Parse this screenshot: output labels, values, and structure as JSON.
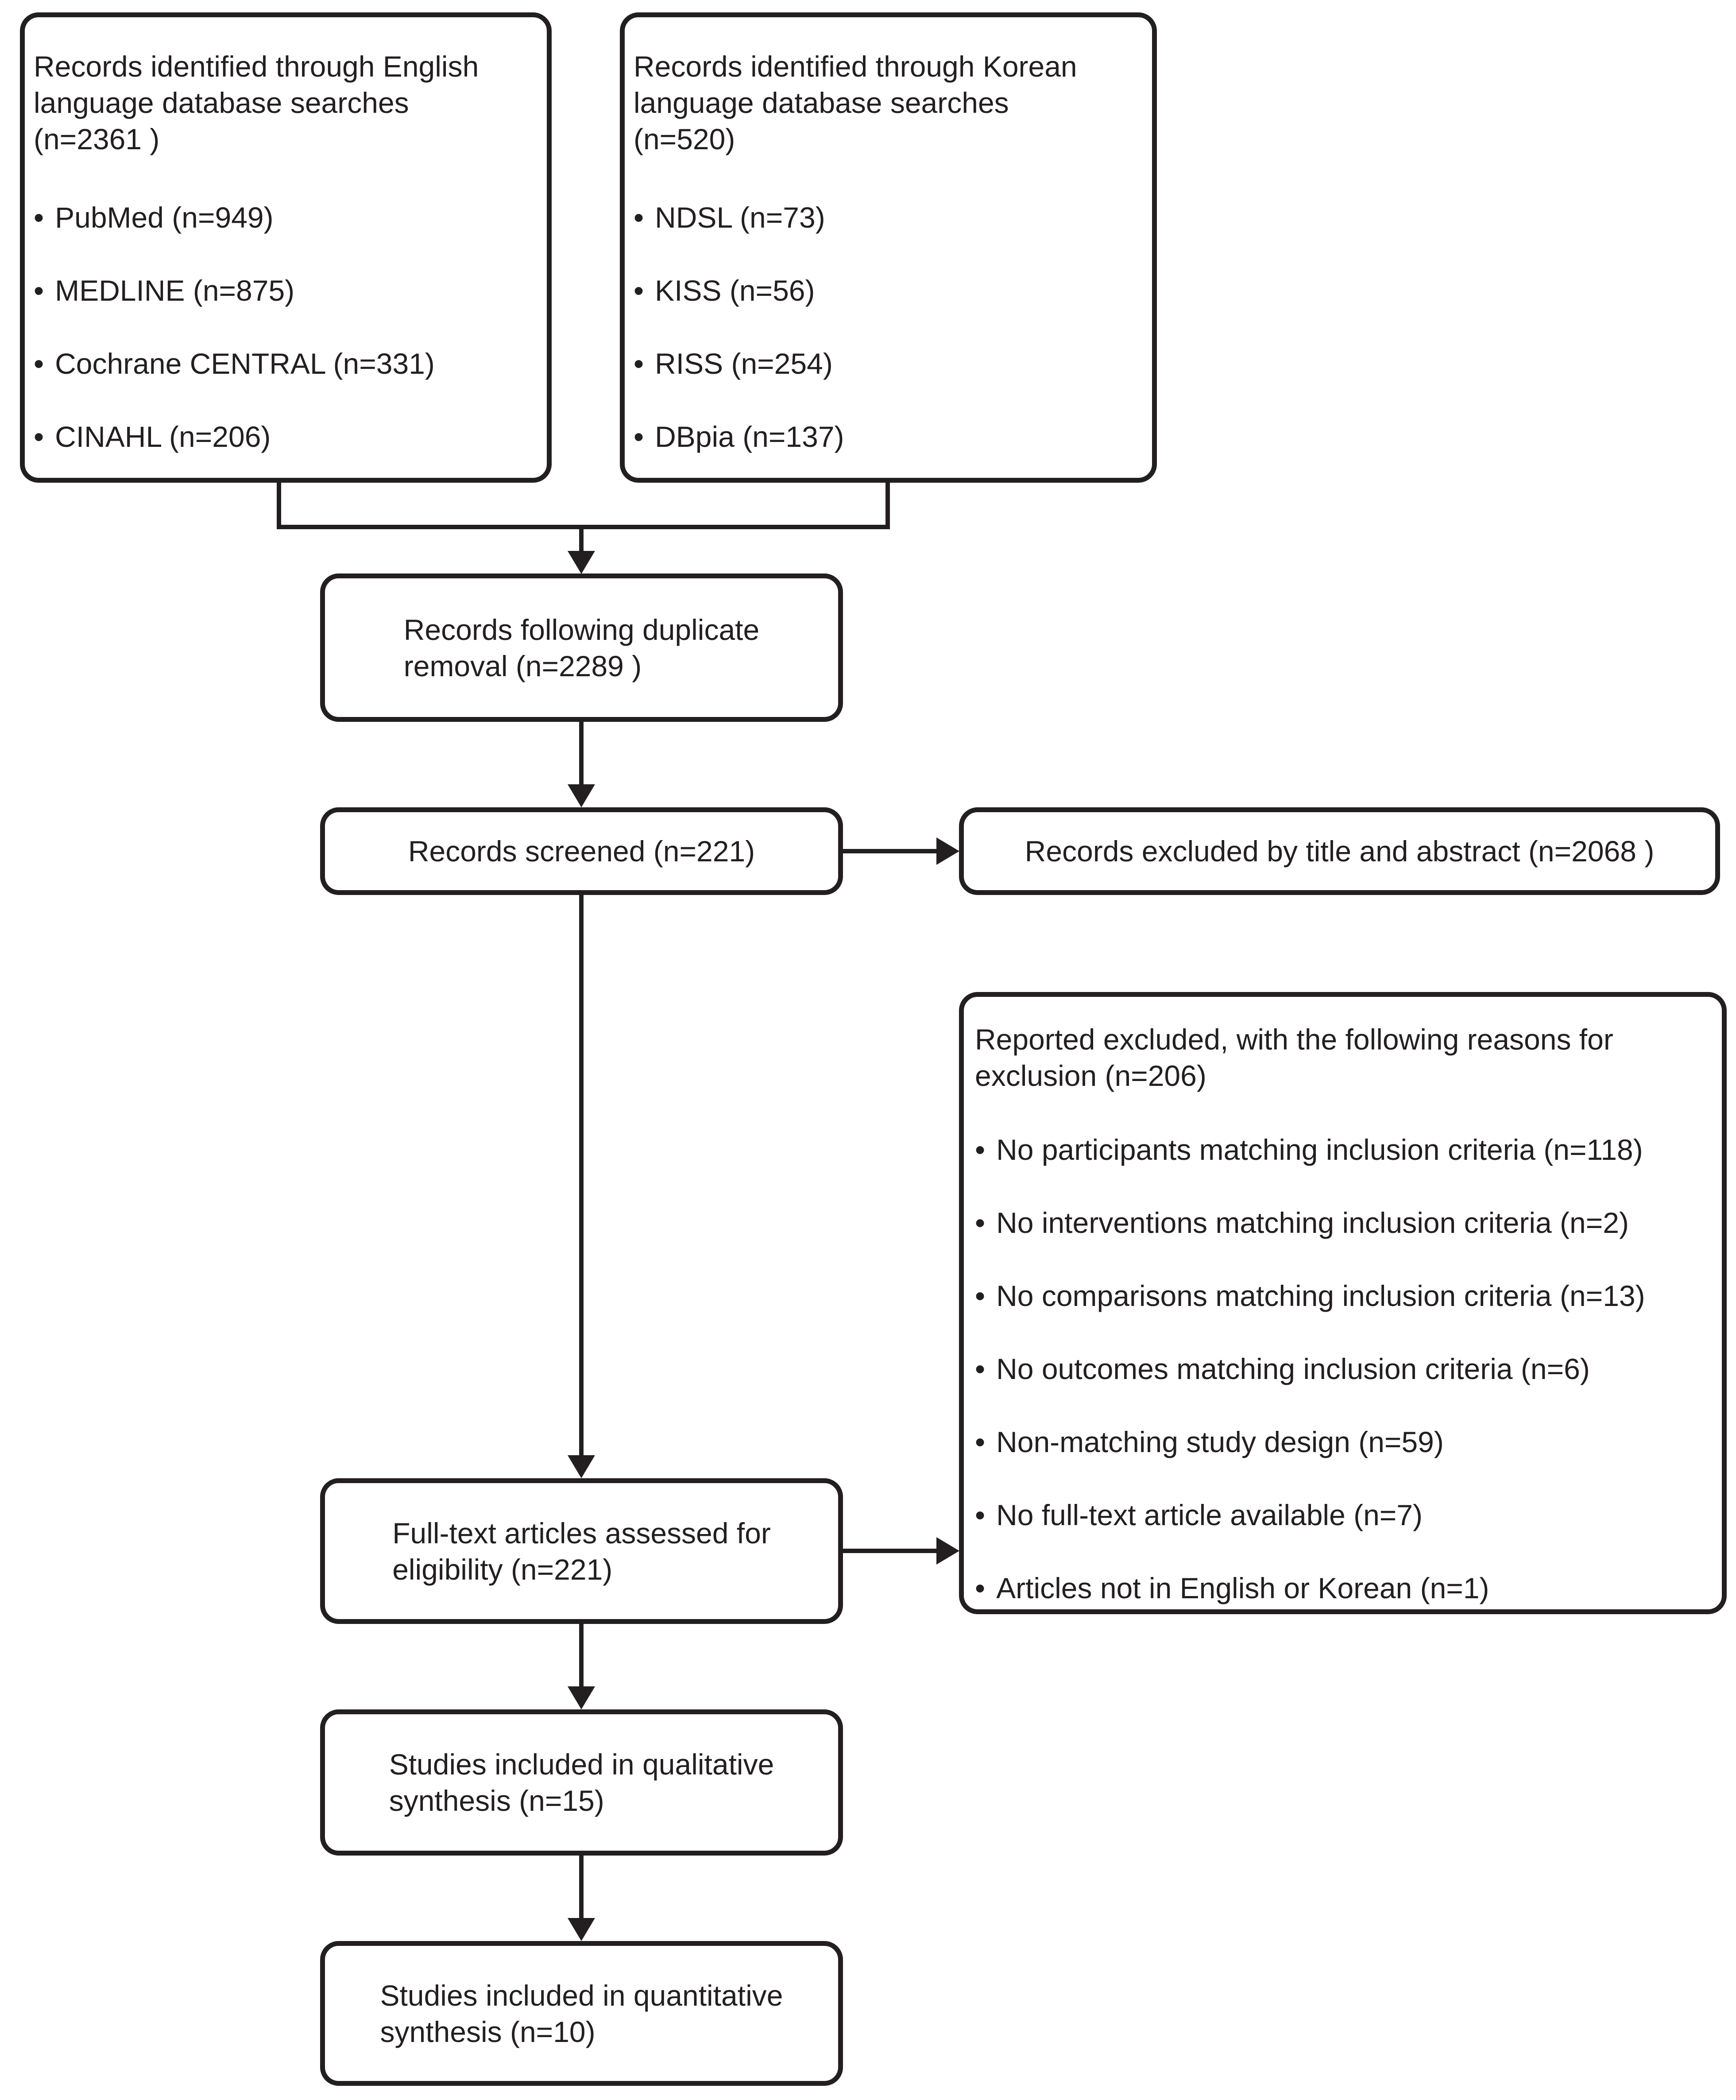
{
  "flowchart": {
    "colors": {
      "line": "#231f20",
      "background": "#ffffff"
    },
    "bullet_char": "•",
    "english_sources_box": {
      "title": "Records identified through English\nlanguage database searches\n(n=2361 )",
      "items": [
        "PubMed (n=949)",
        "MEDLINE (n=875)",
        "Cochrane CENTRAL (n=331)",
        "CINAHL (n=206)"
      ]
    },
    "korean_sources_box": {
      "title": "Records identified through Korean\nlanguage database searches\n(n=520)",
      "items": [
        "NDSL (n=73)",
        "KISS (n=56)",
        "RISS (n=254)",
        "DBpia (n=137)"
      ]
    },
    "duplicate_removal_box": {
      "label": "Records following duplicate\nremoval (n=2289 )"
    },
    "records_screened_box": {
      "label": "Records screened (n=221)"
    },
    "excluded_title_abstract_box": {
      "label": "Records excluded by title and abstract (n=2068 )"
    },
    "fulltext_assessed_box": {
      "label": "Full-text articles assessed for\neligibility (n=221)"
    },
    "exclusion_reasons_box": {
      "title": "Reported excluded, with the following reasons for\nexclusion (n=206)",
      "items": [
        "No participants matching inclusion criteria (n=118)",
        "No interventions matching inclusion criteria (n=2)",
        "No comparisons matching inclusion criteria (n=13)",
        "No outcomes matching inclusion criteria (n=6)",
        "Non-matching study design (n=59)",
        "No full-text article available (n=7)",
        "Articles not in English or Korean (n=1)"
      ]
    },
    "qualitative_synthesis_box": {
      "label": "Studies included in qualitative\nsynthesis (n=15)"
    },
    "quantitative_synthesis_box": {
      "label": "Studies included in quantitative\nsynthesis (n=10)"
    }
  }
}
